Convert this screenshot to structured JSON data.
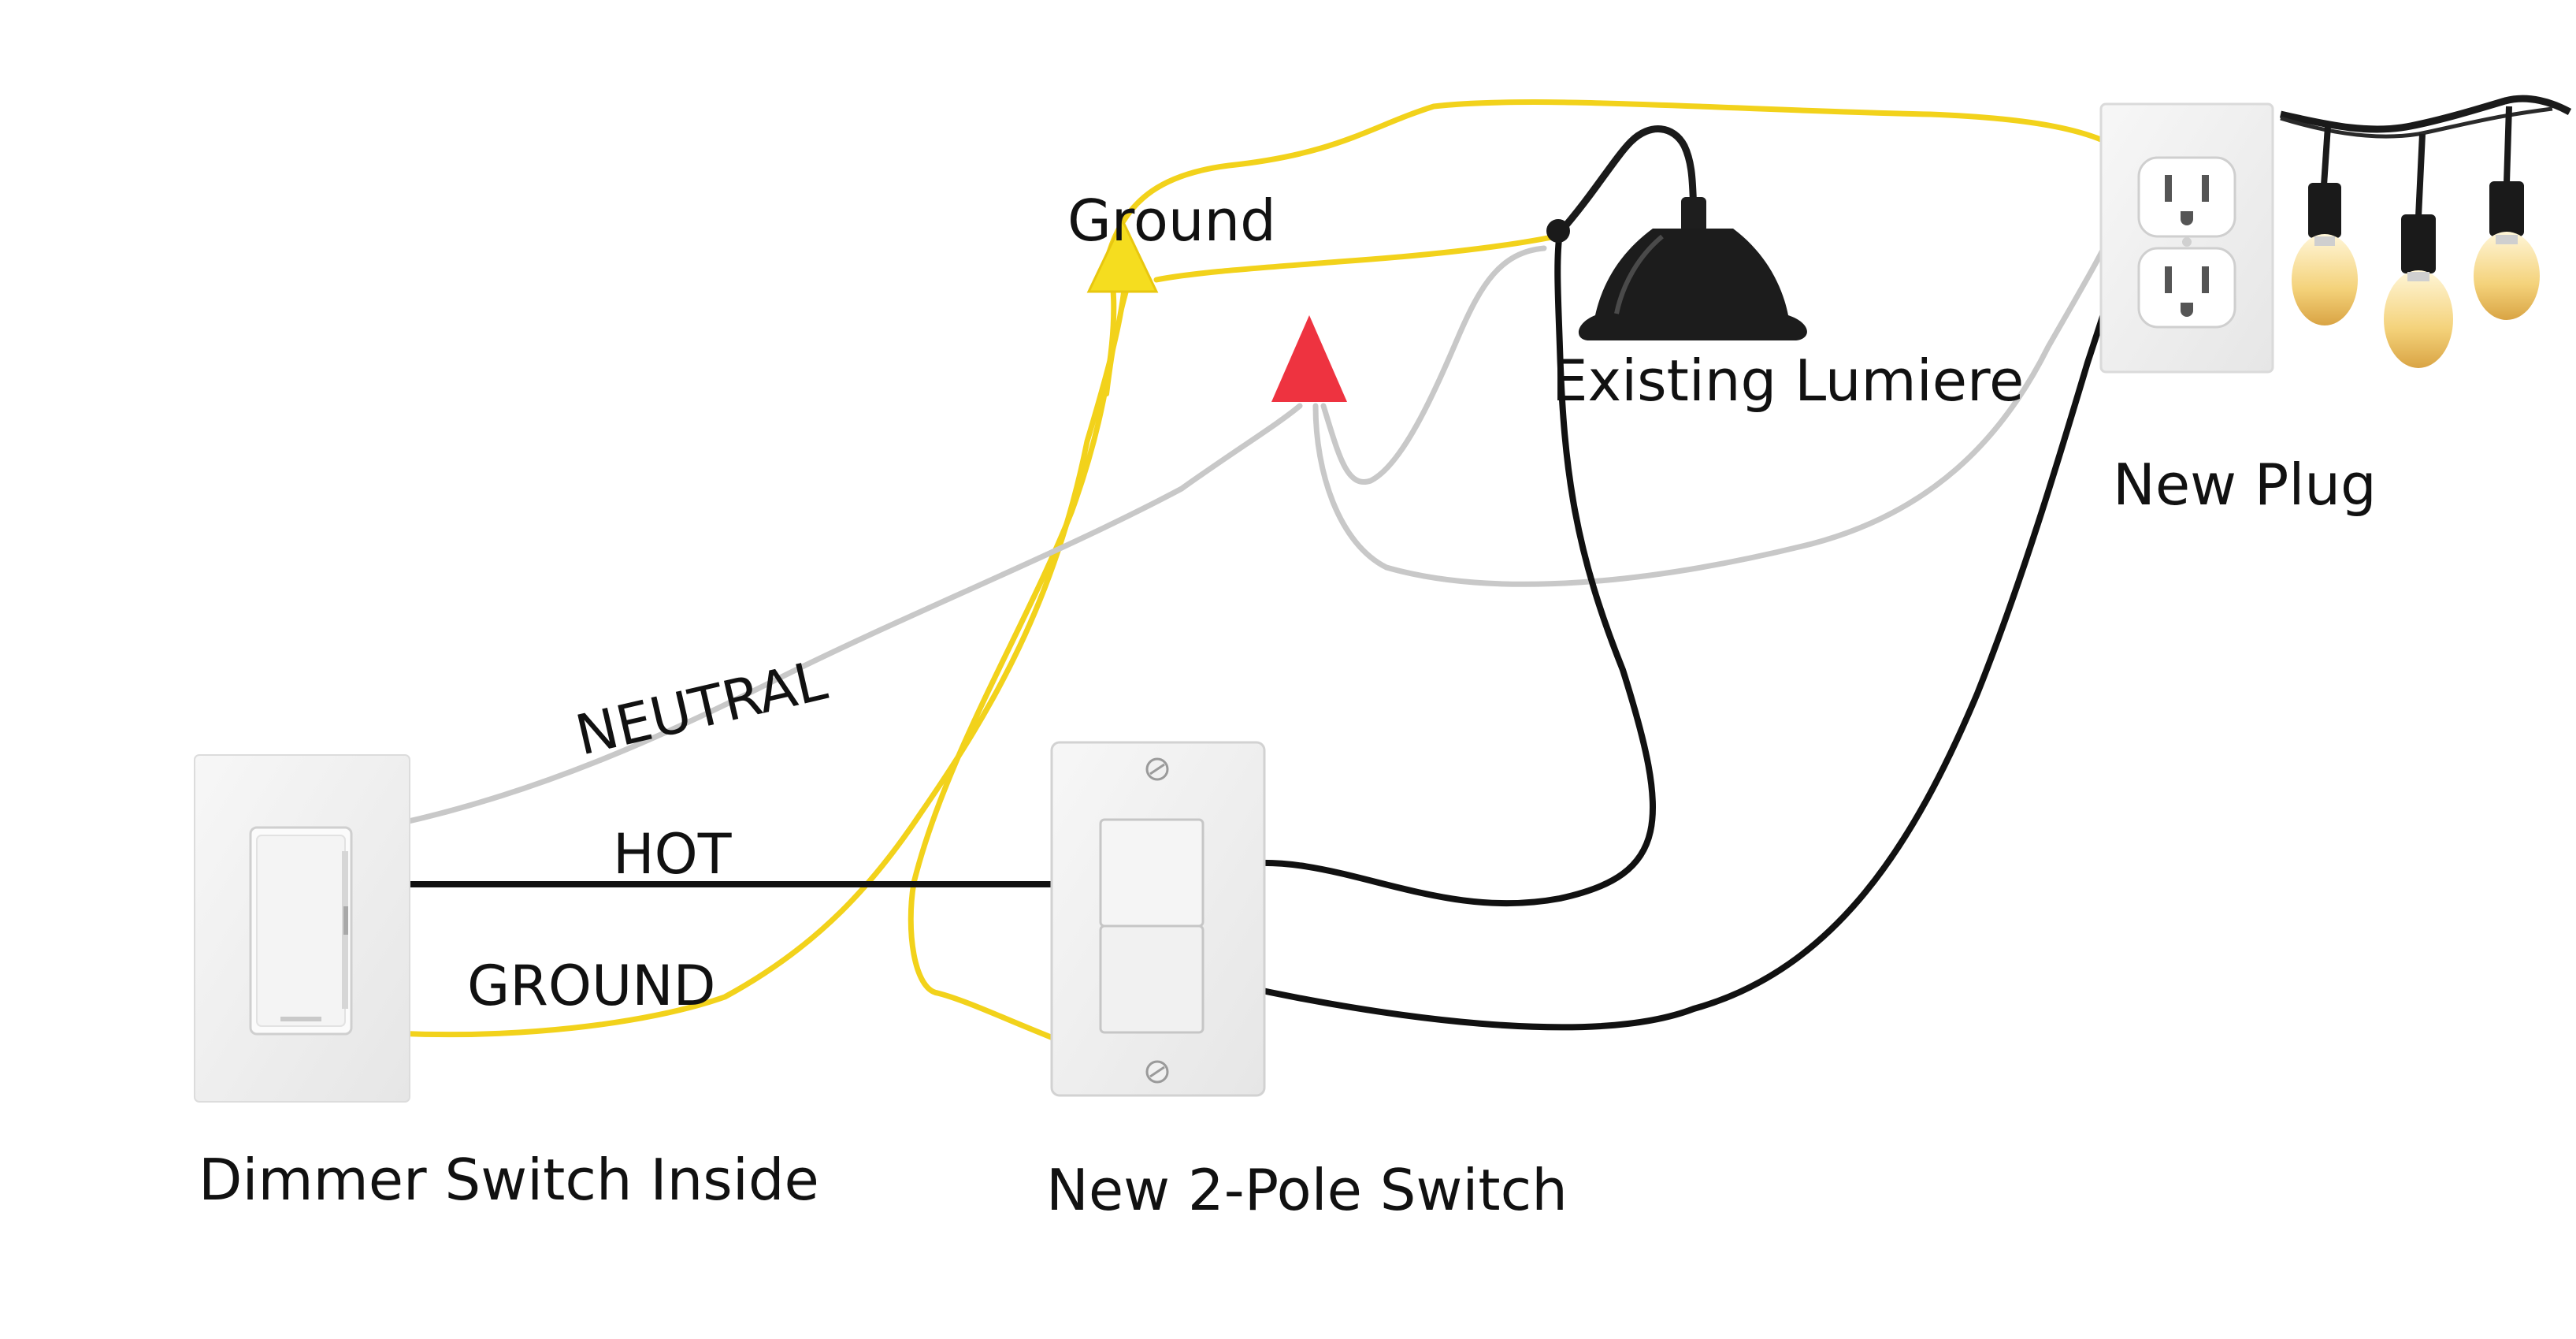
{
  "labels": {
    "ground_top": "Ground",
    "existing_lumiere": "Existing Lumiere",
    "new_plug": "New Plug",
    "neutral": "NEUTRAL",
    "hot": "HOT",
    "ground_wire": "GROUND",
    "dimmer_switch": "Dimmer Switch Inside",
    "new_switch": "New 2-Pole Switch"
  },
  "colors": {
    "ground_wire": "#f2d21b",
    "neutral_wire": "#c8c8c8",
    "hot_wire": "#111111",
    "ground_connector": "#f5dd1f",
    "neutral_connector": "#ee3340"
  },
  "components": {
    "dimmer": "dimmer-switch",
    "two_pole": "two-pole-switch",
    "lamp": "barn-lamp",
    "outlet": "duplex-outlet",
    "string_lights": "string-lights"
  }
}
